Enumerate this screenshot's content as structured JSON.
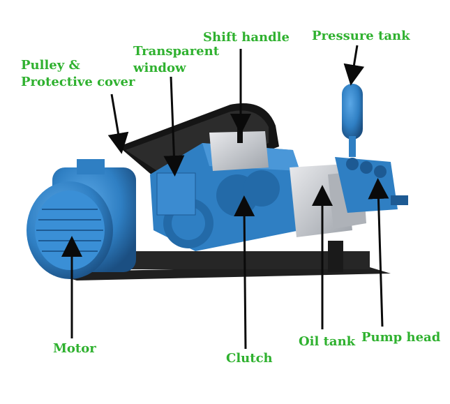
{
  "colors": {
    "label_green": "#2fb12f",
    "arrow_black": "#0a0a0a",
    "machine_blue": "#2f7fc3",
    "machine_blue_dark": "#1d5a93",
    "frame_dark": "#1f1f1f",
    "silver": "#c9ccd1"
  },
  "labels": {
    "pulley": [
      "Pulley &",
      "Protective cover"
    ],
    "window": [
      "Transparent",
      "window"
    ],
    "shift": "Shift handle",
    "pressure": "Pressure tank",
    "motor": "Motor",
    "clutch": "Clutch",
    "oil": "Oil tank",
    "pumphead": "Pump head"
  }
}
